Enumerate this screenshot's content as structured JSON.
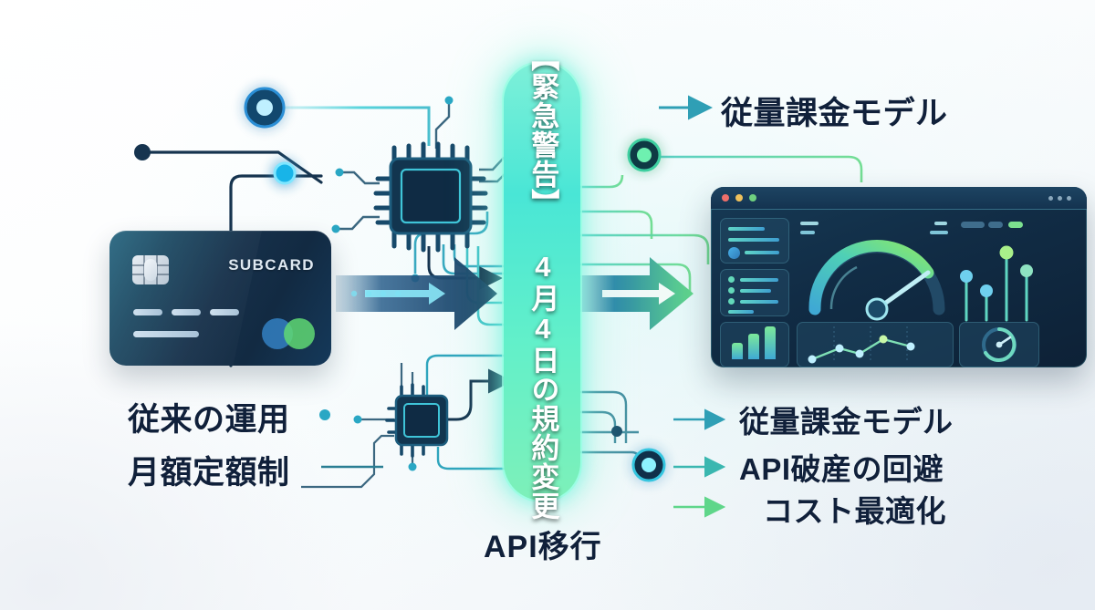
{
  "meta": {
    "title": "API移行インフォグラフィック",
    "background_color": "#f2f5f8",
    "accent_cyan": "#4ee0e0",
    "accent_green": "#5fd68a",
    "ink": "#10203a",
    "panel_dark": "#0f2b46"
  },
  "center": {
    "alert_text": "【緊急警告】 4月4日の規約変更",
    "caption": "API移行"
  },
  "left": {
    "card_brand": "SUBCARD",
    "labels": [
      {
        "text": "従来の運用"
      },
      {
        "text": "月額定額制"
      }
    ]
  },
  "right": {
    "top_label": "従量課金モデル",
    "bullets": [
      {
        "text": "従量課金モデル",
        "arrow_color": "#2f9fb5"
      },
      {
        "text": "API破産の回避",
        "arrow_color": "#3ab7b0"
      },
      {
        "text": "コスト最適化",
        "arrow_color": "#5fd68a"
      }
    ]
  },
  "icons": {
    "chip_large": "cpu-chip-icon",
    "chip_small": "cpu-chip-icon",
    "node_blue": "glowing-node-icon",
    "node_cyan": "glowing-node-icon",
    "node_green": "glowing-node-icon",
    "arrow_left": "flow-arrow-icon",
    "arrow_right": "flow-arrow-icon"
  },
  "dashboard": {
    "window_dots": [
      "#ef6f6a",
      "#efc15c",
      "#6fd07f"
    ],
    "gauge": {
      "value_pct": 72,
      "start_color": "#3fa9d4",
      "end_color": "#86e56b"
    },
    "bars": [
      40,
      68,
      92
    ],
    "sliders": [
      52,
      36,
      86,
      60
    ],
    "line_points": [
      18,
      44,
      30,
      62,
      52
    ]
  }
}
